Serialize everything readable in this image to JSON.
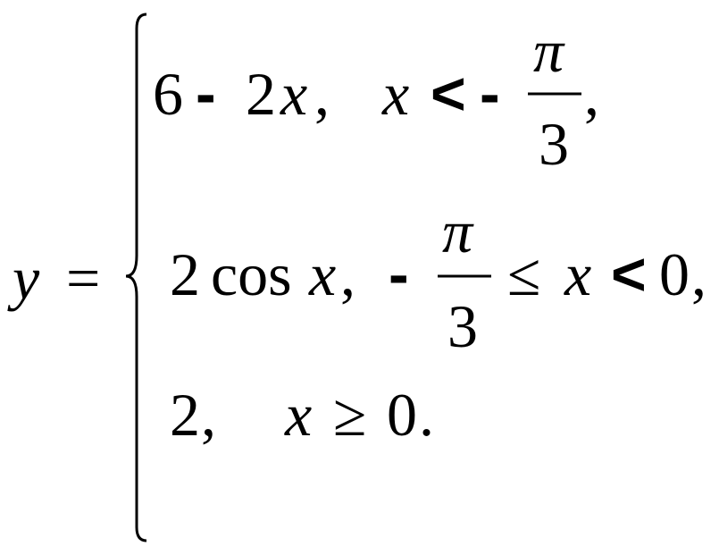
{
  "lhs": {
    "var": "y",
    "eq": "="
  },
  "cases": [
    {
      "expr": {
        "num": "6",
        "minus": "-",
        "num2": "2",
        "var": "x",
        "comma": ","
      },
      "cond": {
        "var": "x",
        "lt": "<",
        "minus": "-",
        "frac_num": "π",
        "frac_den": "3",
        "comma": ","
      }
    },
    {
      "expr": {
        "num": "2",
        "func": "cos",
        "var": "x",
        "comma": ","
      },
      "cond": {
        "minus": "-",
        "frac_num": "π",
        "frac_den": "3",
        "le": "≤",
        "var": "x",
        "lt": "<",
        "bound": "0",
        "comma": ","
      }
    },
    {
      "expr": {
        "num": "2",
        "comma": ","
      },
      "cond": {
        "var": "x",
        "ge": "≥",
        "bound": "0",
        "period": "."
      }
    }
  ]
}
